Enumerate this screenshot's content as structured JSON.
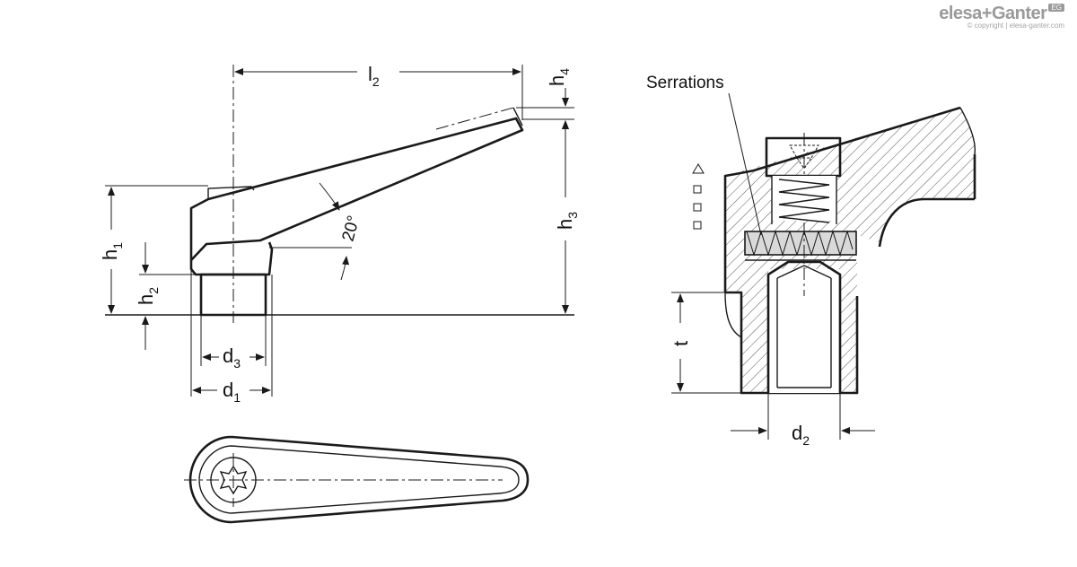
{
  "logo": {
    "brand": "elesa+Ganter",
    "badge": "EG",
    "copyright": "© copyright | elesa-ganter.com"
  },
  "labels": {
    "l2": {
      "main": "l",
      "sub": "2"
    },
    "h4": {
      "main": "h",
      "sub": "4"
    },
    "h3": {
      "main": "h",
      "sub": "3"
    },
    "h1": {
      "main": "h",
      "sub": "1"
    },
    "h2": {
      "main": "h",
      "sub": "2"
    },
    "d3": {
      "main": "d",
      "sub": "3"
    },
    "d1": {
      "main": "d",
      "sub": "1"
    },
    "d2": {
      "main": "d",
      "sub": "2"
    },
    "t": "t",
    "angle": "20°",
    "serrations": "Serrations"
  }
}
